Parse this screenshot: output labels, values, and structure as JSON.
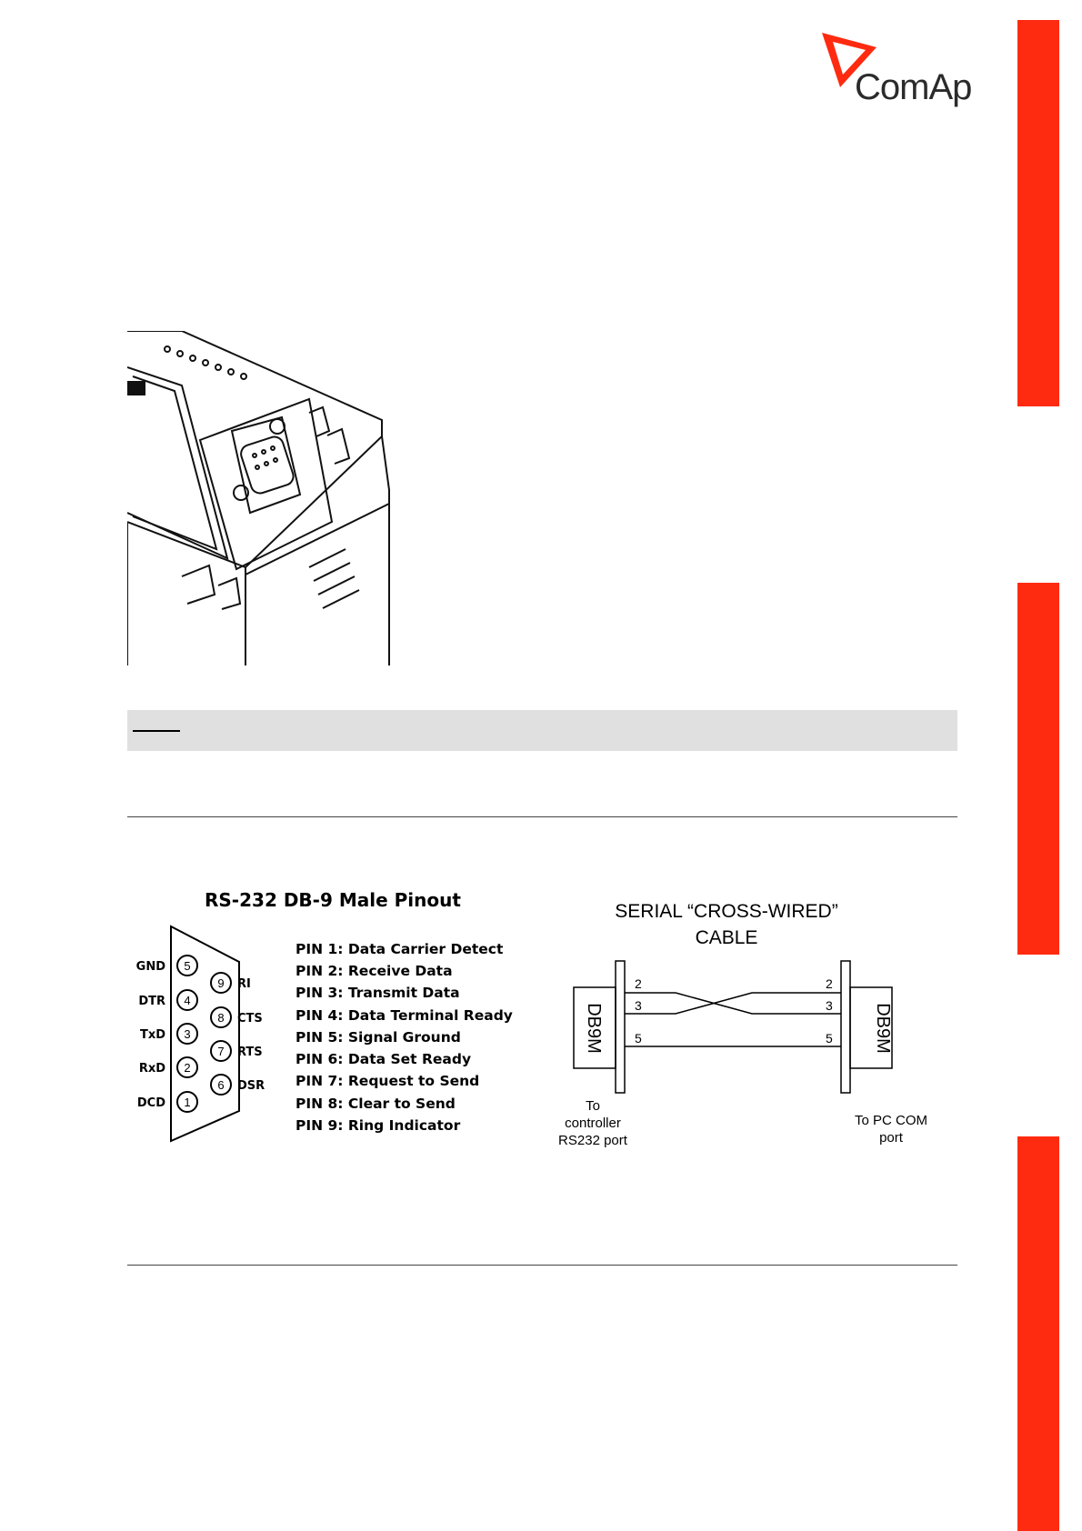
{
  "brand": {
    "name": "ComAp",
    "accent_color": "#ff2b10",
    "icon": "comap-triangle-logo"
  },
  "photo": {
    "icon": "controller-rs232-port-photo"
  },
  "pinout": {
    "title": "RS-232 DB-9 Male Pinout",
    "left_labels": [
      "GND",
      "DTR",
      "TxD",
      "RxD",
      "DCD"
    ],
    "left_pins": [
      "5",
      "4",
      "3",
      "2",
      "1"
    ],
    "right_pins": [
      "9",
      "8",
      "7",
      "6"
    ],
    "right_labels": [
      "RI",
      "CTS",
      "RTS",
      "DSR"
    ],
    "pins": [
      "PIN 1: Data Carrier Detect",
      "PIN 2: Receive Data",
      "PIN 3: Transmit Data",
      "PIN 4: Data Terminal Ready",
      "PIN 5: Signal Ground",
      "PIN 6: Data Set Ready",
      "PIN 7: Request to Send",
      "PIN 8: Clear to Send",
      "PIN 9: Ring Indicator"
    ]
  },
  "cable": {
    "title_line1": "SERIAL “CROSS-WIRED”",
    "title_line2": "CABLE",
    "left_connector": "DB9M",
    "right_connector": "DB9M",
    "wire_labels": [
      "2",
      "3",
      "5"
    ],
    "left_caption": [
      "To",
      "controller",
      "RS232 port"
    ],
    "right_caption": [
      "To PC COM",
      "port"
    ]
  }
}
